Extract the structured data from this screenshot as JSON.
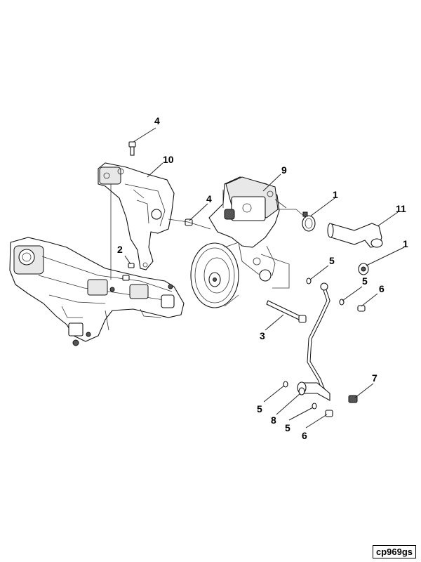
{
  "callouts": {
    "c4a": "4",
    "c10": "10",
    "c9": "9",
    "c1a": "1",
    "c11": "11",
    "c1b": "1",
    "c4b": "4",
    "c2": "2",
    "c5a": "5",
    "c5b": "5",
    "c6a": "6",
    "c3": "3",
    "c7": "7",
    "c5c": "5",
    "c8": "8",
    "c5d": "5",
    "c6b": "6"
  },
  "figure_code": "cp969gs"
}
